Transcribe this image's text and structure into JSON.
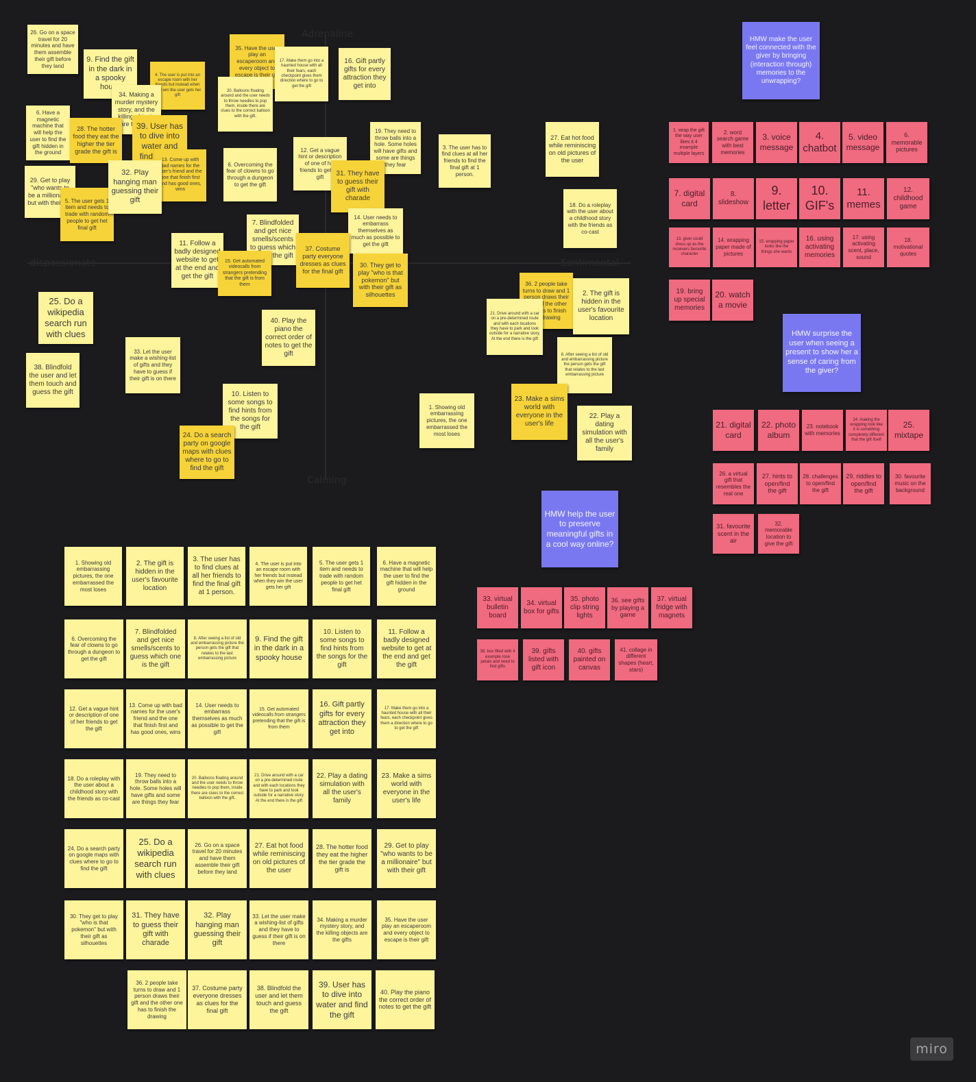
{
  "colors": {
    "background": "#1b1b1d",
    "light_yellow": "#fdf49b",
    "dark_yellow": "#f6d338",
    "pink": "#f06a80",
    "blue": "#7a78f1"
  },
  "quadrant_labels": [
    "Adrenaline",
    "dispassionate",
    "Sentimental",
    "Calming"
  ],
  "logo": "miro",
  "notes": [
    {
      "c": "y",
      "t": "26. Go on a space travel for 20 minutes and have them assemble their gift before they land"
    },
    {
      "c": "y",
      "t": "9. Find the gift in the dark in a spooky house"
    },
    {
      "c": "g",
      "t": "4. The user is put into an escape room with her friends but instead when they win the user gets her gift"
    },
    {
      "c": "g",
      "t": "35. Have the user play an escaperoom and every object to escape is their gift"
    },
    {
      "c": "y",
      "t": "17. Make them go into a haunted house with all their fears, each checkpoint gives them direction where to go to get the gift"
    },
    {
      "c": "y",
      "t": "16. Gift partly gifts for every attraction they get into"
    },
    {
      "c": "y",
      "t": "34. Making a murder mystery story, and the killing objects are the gifts"
    },
    {
      "c": "y",
      "t": "20. Balloons floating around and the user needs to throw needles to pop them, inside there are clues to the correct balloon with the gift."
    },
    {
      "c": "y",
      "t": "6. Have a magnetic machine that will help the user to find the gift hidden in the ground"
    },
    {
      "c": "g",
      "t": "28. The hotter food they eat the higher the tier grade the gift is"
    },
    {
      "c": "g",
      "t": "39. User has to dive into water and find the gift"
    },
    {
      "c": "g",
      "t": "13. Come up with bad names for the user's friend and the one that finish first and has good ones, wins"
    },
    {
      "c": "y",
      "t": "6. Overcoming the fear of clowns to go through a dungeon to get the gift"
    },
    {
      "c": "y",
      "t": "12. Get a vague hint or description of one of her friends to get the gift"
    },
    {
      "c": "y",
      "t": "19. They need to throw balls into a hole. Some holes will have gifts and some are things they fear"
    },
    {
      "c": "y",
      "t": "3. The user has to find clues at all her friends to find the final gift at 1 person."
    },
    {
      "c": "y",
      "t": "27. Eat hot food while reminiscing on old pictures of the user"
    },
    {
      "c": "y",
      "t": "29. Get to play \"who wants to be a millionaire\" but with their gift"
    },
    {
      "c": "g",
      "t": "5. The user gets 1 item and needs to trade with random people to get het final gift"
    },
    {
      "c": "y",
      "t": "32. Play hanging man guessing their gift"
    },
    {
      "c": "g",
      "t": "31. They have to guess their gift with charade"
    },
    {
      "c": "y",
      "t": "14. User needs to embarrass themselves as much as possible to get the gift"
    },
    {
      "c": "y",
      "t": "18. Do a roleplay with the user about a childhood story with the friends as co-cast"
    },
    {
      "c": "y",
      "t": "7. Blindfolded and get nice smells/scents to guess which one is the gift"
    },
    {
      "c": "y",
      "t": "11. Follow a badly designed website to get at the end and get the gift"
    },
    {
      "c": "g",
      "t": "15. Get automated videocalls from strangers pretending that the gift is from them"
    },
    {
      "c": "g",
      "t": "37. Costume party everyone dresses as clues for the final gift"
    },
    {
      "c": "g",
      "t": "30. They get to play \"who is that pokemon\" but with their gift as silhouettes"
    },
    {
      "c": "g",
      "t": "36. 2 people take turns to draw and 1 person draws their gift and the other one has to finish the drawing"
    },
    {
      "c": "y",
      "t": "2. The gift is hidden in the user's favourite location"
    },
    {
      "c": "y",
      "t": "25. Do a wikipedia search run with clues"
    },
    {
      "c": "y",
      "t": "21. Drive around with a car on a pre-determined route and with each locations they have to park and look outside for a narrative story. At the end there is the gift"
    },
    {
      "c": "y",
      "t": "38. Blindfold the user and let them touch and guess the gift"
    },
    {
      "c": "y",
      "t": "33. Let the user make a wishing-list of gifts and they have to guess if their gift is on there"
    },
    {
      "c": "y",
      "t": "40. Play the piano the correct order of notes to get the gift"
    },
    {
      "c": "y",
      "t": "8. After seeing a list of old and embarrassing picture the person gets the gift that relates to the last embarrassing picture"
    },
    {
      "c": "y",
      "t": "10. Listen to some songs to find hints from the songs for the gift"
    },
    {
      "c": "y",
      "t": "1. Showing old embarrassing pictures, the one embarrassed the most loses"
    },
    {
      "c": "g",
      "t": "23. Make a sims world with everyone in the user's life"
    },
    {
      "c": "y",
      "t": "22. Play a dating simulation with all the user's family"
    },
    {
      "c": "g",
      "t": "24. Do a search party on google maps with clues where to go to find the gift"
    },
    {
      "c": "b",
      "t": "HMW make the user feel connected with the giver by bringing (interaction through) memories to the unwrapping?"
    },
    {
      "c": "r",
      "t": "1. wrap the gift the way user likes it 4 example multiple layers"
    },
    {
      "c": "r",
      "t": "2. word search game with best memories"
    },
    {
      "c": "r",
      "t": "3. voice message"
    },
    {
      "c": "r",
      "t": "4. chatbot"
    },
    {
      "c": "r",
      "t": "5. video message"
    },
    {
      "c": "r",
      "t": "6. memorable pictures"
    },
    {
      "c": "r",
      "t": "7. digital card"
    },
    {
      "c": "r",
      "t": "8. slideshow"
    },
    {
      "c": "r",
      "t": "9. letter"
    },
    {
      "c": "r",
      "t": "10. GIF's"
    },
    {
      "c": "r",
      "t": "11. memes"
    },
    {
      "c": "r",
      "t": "12. childhood game"
    },
    {
      "c": "r",
      "t": "13. giver could dress up as the receivers favourite character"
    },
    {
      "c": "r",
      "t": "14. wrapping paper made of pictures"
    },
    {
      "c": "r",
      "t": "15. wrapping paper looks like the things she wants"
    },
    {
      "c": "r",
      "t": "16. using activating memories"
    },
    {
      "c": "r",
      "t": "17. using activating scent, place, sound"
    },
    {
      "c": "r",
      "t": "18. motivational quotes"
    },
    {
      "c": "r",
      "t": "19. bring up special memories"
    },
    {
      "c": "r",
      "t": "20. watch a movie"
    },
    {
      "c": "b",
      "t": "HMW surprise the user when seeing a present to show her a sense of caring from the giver?"
    },
    {
      "c": "r",
      "t": "21. digital card"
    },
    {
      "c": "r",
      "t": "22. photo album"
    },
    {
      "c": "r",
      "t": "23. notebook with memories"
    },
    {
      "c": "r",
      "t": "24. making the wrapping look like it is something completely different that the gift itself"
    },
    {
      "c": "r",
      "t": "25. mixtape"
    },
    {
      "c": "r",
      "t": "26. a virtual gift that resembles the real one"
    },
    {
      "c": "r",
      "t": "27. hints to open/find the gift"
    },
    {
      "c": "r",
      "t": "28. challenges to open/find the gift"
    },
    {
      "c": "r",
      "t": "29. riddles to open/find the gift"
    },
    {
      "c": "r",
      "t": "30. favourite music on the background"
    },
    {
      "c": "r",
      "t": "31. favourite scent in the air"
    },
    {
      "c": "r",
      "t": "32. memorable location to give the gift"
    },
    {
      "c": "b",
      "t": "HMW help the user to preserve meaningful gifts in a cool way online?"
    },
    {
      "c": "r",
      "t": "33. virtual bulletin board"
    },
    {
      "c": "r",
      "t": "34. virtual box for gifts"
    },
    {
      "c": "r",
      "t": "35. photo clip string lights"
    },
    {
      "c": "r",
      "t": "36. see gifts by playing a game"
    },
    {
      "c": "r",
      "t": "37. virtual fridge with magnets"
    },
    {
      "c": "r",
      "t": "38. box filled with 4 example rose petals and need to find gifts"
    },
    {
      "c": "r",
      "t": "39. gifts listed with gift icon"
    },
    {
      "c": "r",
      "t": "40. gifts painted on canvas"
    },
    {
      "c": "r",
      "t": "41. collage in different shapes (heart, stars)"
    },
    {
      "c": "y",
      "t": "1. Showing old embarrassing pictures, the one embarrassed the most loses"
    },
    {
      "c": "y",
      "t": "2. The gift is hidden in the user's favourite location"
    },
    {
      "c": "y",
      "t": "3. The user has to find clues at all her friends to find the final gift at 1 person."
    },
    {
      "c": "y",
      "t": "4. The user is put into an escape room with her friends but instead when they win the user gets her gift"
    },
    {
      "c": "y",
      "t": "5. The user gets 1 item and needs to trade with random people to get het final gift"
    },
    {
      "c": "y",
      "t": "6. Have a magnetic machine that will help the user to find the gift hidden in the ground"
    },
    {
      "c": "y",
      "t": "6. Overcoming the fear of clowns to go through a dungeon to get the gift"
    },
    {
      "c": "y",
      "t": "7. Blindfolded and get nice smells/scents to guess which one is the gift"
    },
    {
      "c": "y",
      "t": "8. After seeing a list of old and embarrassing picture the person gets the gift that relates to the last embarrassing picture"
    },
    {
      "c": "y",
      "t": "9. Find the gift in the dark in a spooky house"
    },
    {
      "c": "y",
      "t": "10. Listen to some songs to find hints from the songs for the gift"
    },
    {
      "c": "y",
      "t": "11. Follow a badly designed website to get at the end and get the gift"
    },
    {
      "c": "y",
      "t": "12. Get a vague hint or description of one of her friends to get the gift"
    },
    {
      "c": "y",
      "t": "13. Come up with bad names for the user's friend and the one that finish first and has good ones, wins"
    },
    {
      "c": "y",
      "t": "14. User needs to embarrass themselves as much as possible to get the gift"
    },
    {
      "c": "y",
      "t": "15. Get automated videocalls from strangers pretending that the gift is from them"
    },
    {
      "c": "y",
      "t": "16. Gift partly gifts for every attraction they get into"
    },
    {
      "c": "y",
      "t": "17. Make them go into a haunted house with all their fears, each checkpoint gives them a direction where to go to get the gift"
    },
    {
      "c": "y",
      "t": "18. Do a roleplay with the user about a childhood story with the friends as co-cast"
    },
    {
      "c": "y",
      "t": "19. They need to throw balls into a hole. Some holes will have gifts and some are things they fear"
    },
    {
      "c": "y",
      "t": "20. Balloons floating around and the user needs to throw needles to pop them, inside there are clues to the correct balloon with the gift."
    },
    {
      "c": "y",
      "t": "21. Drive around with a car on a pre-determined route and with each locations they have to park and look outside for a narrative story. At the end there is the gift"
    },
    {
      "c": "y",
      "t": "22. Play a dating simulation with all the user's family"
    },
    {
      "c": "y",
      "t": "23. Make a sims world with everyone in the user's life"
    },
    {
      "c": "y",
      "t": "24. Do a search party on google maps with clues where to go to find the gift"
    },
    {
      "c": "y",
      "t": "25. Do a wikipedia search run with clues"
    },
    {
      "c": "y",
      "t": "26. Go on a space travel for 20 minutes and have them assemble their gift before they land"
    },
    {
      "c": "y",
      "t": "27. Eat hot food while reminiscing on old pictures of the user"
    },
    {
      "c": "y",
      "t": "28. The hotter food they eat the higher the tier grade the gift is"
    },
    {
      "c": "y",
      "t": "29. Get to play \"who wants to be a millionaire\" but with their gift"
    },
    {
      "c": "y",
      "t": "30. They get to play \"who is that pokemon\" but with their gift as silhouettes"
    },
    {
      "c": "y",
      "t": "31. They have to guess their gift with charade"
    },
    {
      "c": "y",
      "t": "32. Play hanging man guessing their gift"
    },
    {
      "c": "y",
      "t": "33. Let the user make a wishing-list of gifts and they have to guess if their gift is on there"
    },
    {
      "c": "y",
      "t": "34. Making a murder mystery story, and the killing objects are the gifts"
    },
    {
      "c": "y",
      "t": "35. Have the user play an escaperoom and every object to escape is their gift"
    },
    {
      "c": "y",
      "t": "36. 2 people take turns to draw and 1 person draws their gift and the other one has to finish the drawing"
    },
    {
      "c": "y",
      "t": "37. Costume party everyone dresses as clues for the final gift"
    },
    {
      "c": "y",
      "t": "38. Blindfold the user and let them touch and guess the gift"
    },
    {
      "c": "y",
      "t": "39. User has to dive into water and find the gift"
    },
    {
      "c": "y",
      "t": "40. Play the piano the correct order of notes to get the gift"
    }
  ]
}
